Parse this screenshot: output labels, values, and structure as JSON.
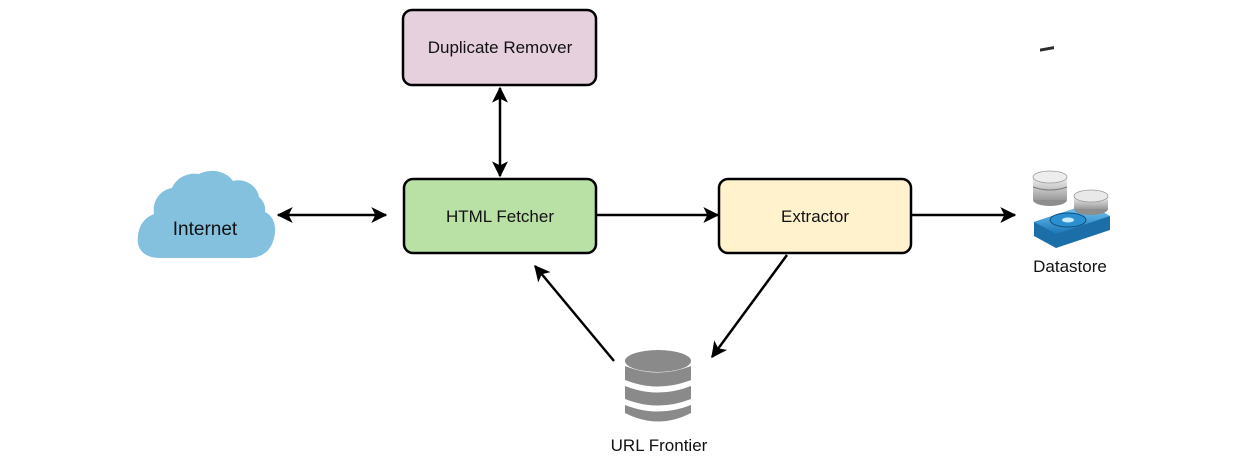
{
  "nodes": {
    "duplicate_remover": {
      "label": "Duplicate Remover",
      "fill": "#e6d0de",
      "stroke": "#000000"
    },
    "html_fetcher": {
      "label": "HTML Fetcher",
      "fill": "#b9e0a5",
      "stroke": "#000000"
    },
    "extractor": {
      "label": "Extractor",
      "fill": "#fff2cc",
      "stroke": "#000000"
    },
    "internet": {
      "label": "Internet",
      "fill": "#84c1df"
    },
    "datastore": {
      "label": "Datastore",
      "icon": "database-server-icon"
    },
    "url_frontier": {
      "label": "URL Frontier",
      "icon": "database-icon",
      "fill": "#8a8a8a"
    }
  },
  "edges": [
    {
      "from": "internet",
      "to": "html_fetcher",
      "direction": "both"
    },
    {
      "from": "html_fetcher",
      "to": "duplicate_remover",
      "direction": "both"
    },
    {
      "from": "html_fetcher",
      "to": "extractor",
      "direction": "forward"
    },
    {
      "from": "extractor",
      "to": "datastore",
      "direction": "forward"
    },
    {
      "from": "extractor",
      "to": "url_frontier",
      "direction": "forward"
    },
    {
      "from": "url_frontier",
      "to": "html_fetcher",
      "direction": "forward"
    }
  ]
}
